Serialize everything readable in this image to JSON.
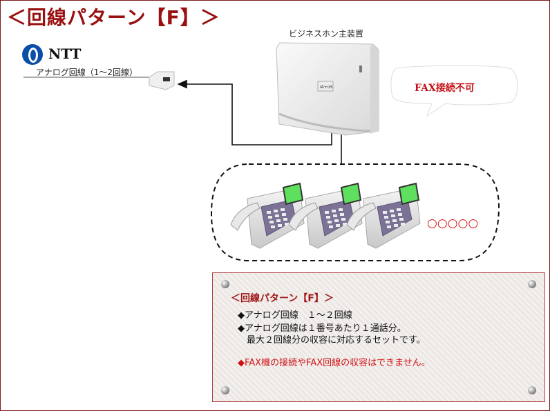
{
  "title": "＜回線パターン【F】＞",
  "carrier": {
    "name": "NTT",
    "line_label": "アナログ回線（1～2回線）"
  },
  "pbx": {
    "label": "ビジネスホン主装置",
    "badge": "iA+αS"
  },
  "fax_callout": "FAX接続不可",
  "phones": {
    "count": 3,
    "extra_label": "○○○○○"
  },
  "note": {
    "title": "＜回線パターン【F】＞",
    "lines": [
      "◆アナログ回線　１～２回線",
      "◆アナログ回線は１番号あたり１通話分。",
      "最大２回線分の収容に対応するセットです。"
    ],
    "warning": "◆FAX機の接続やFAX回線の収容はできません。"
  },
  "colors": {
    "title": "#9a1010",
    "accent": "#d01010",
    "ntt_blue": "#0b4ea8"
  }
}
